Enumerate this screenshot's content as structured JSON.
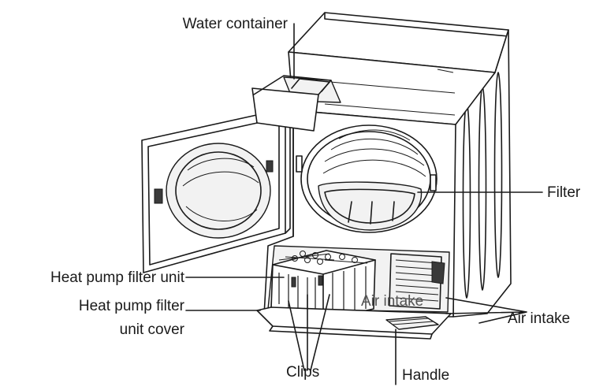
{
  "labels": {
    "water_container": "Water container",
    "filter": "Filter",
    "heat_pump_filter_unit": "Heat pump filter unit",
    "heat_pump_filter_unit_cover_line1": "Heat pump filter",
    "heat_pump_filter_unit_cover_line2": "unit cover",
    "air_intake": "Air intake",
    "air_intake_inner": "Air intake",
    "clips": "Clips",
    "handle": "Handle"
  }
}
